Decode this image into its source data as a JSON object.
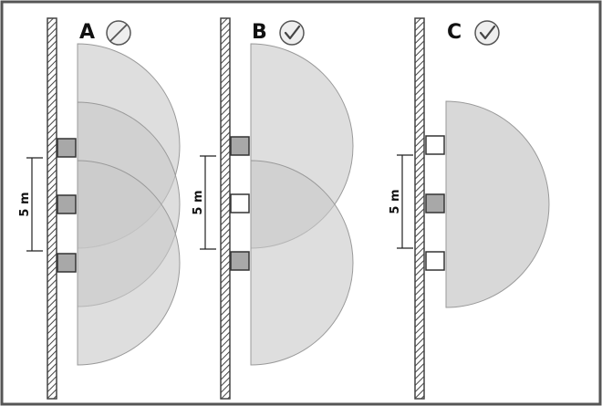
{
  "colors": {
    "frame": "#555555",
    "zone_fill": "#c8c8c8",
    "zone_stroke": "#9a9a9a",
    "active_sensor": "#a8a8a8",
    "inactive_sensor": "#ffffff",
    "icon_bg": "#eeeeee",
    "text": "#111111"
  },
  "panels": [
    {
      "label": "A",
      "status_icon": "prohibited-icon",
      "distance_label": "5 m",
      "sensors": [
        "active",
        "active",
        "active"
      ]
    },
    {
      "label": "B",
      "status_icon": "checkmark-icon",
      "distance_label": "5 m",
      "sensors": [
        "active",
        "inactive",
        "active"
      ]
    },
    {
      "label": "C",
      "status_icon": "checkmark-icon",
      "distance_label": "5 m",
      "sensors": [
        "inactive",
        "active",
        "inactive"
      ]
    }
  ]
}
